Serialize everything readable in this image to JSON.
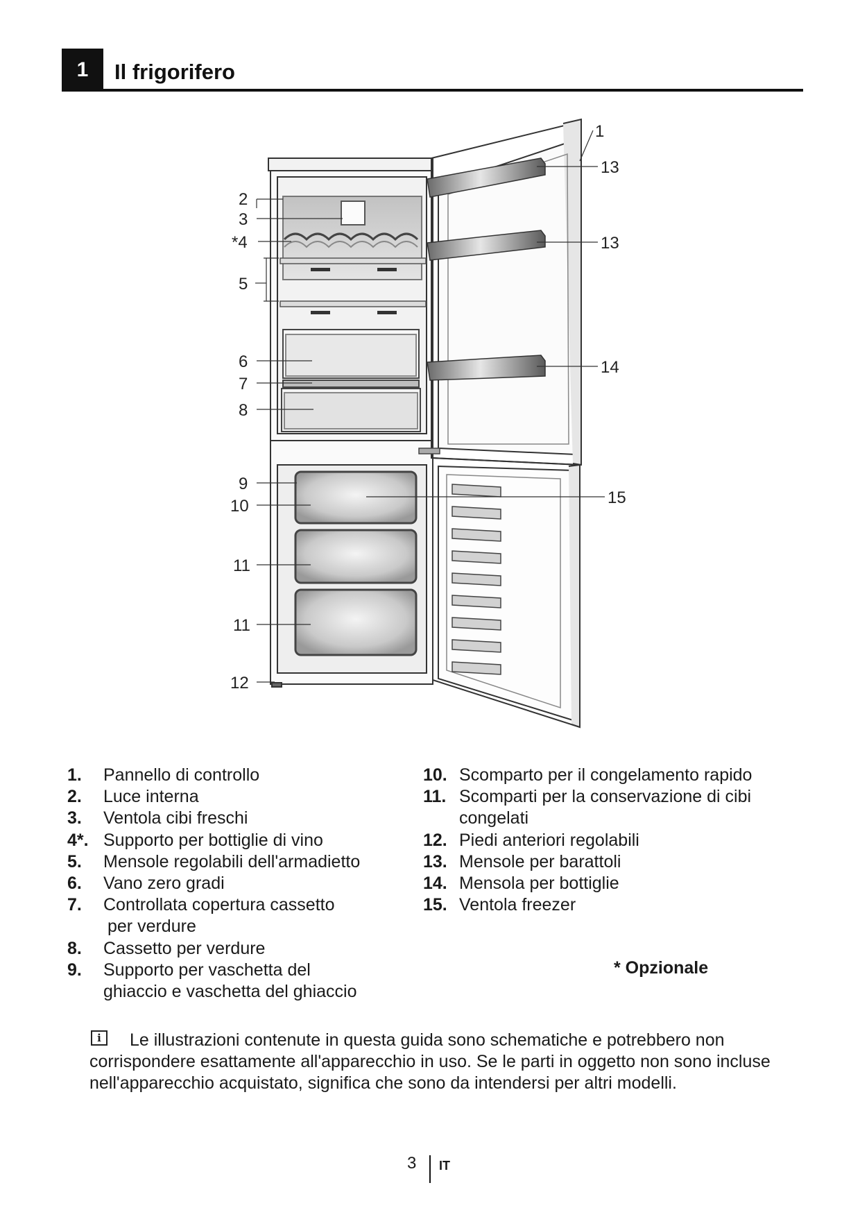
{
  "header": {
    "section_number": "1",
    "title": "Il frigorifero"
  },
  "diagram_labels": {
    "l1": "1",
    "l13a": "13",
    "l13b": "13",
    "l14": "14",
    "l15": "15",
    "l2": "2",
    "l3": "3",
    "l4": "*4",
    "l5": "5",
    "l6": "6",
    "l7": "7",
    "l8": "8",
    "l9": "9",
    "l10": "10",
    "l11a": "11",
    "l11b": "11",
    "l12": "12"
  },
  "legend_left": [
    {
      "num": "1.",
      "text": "Pannello di controllo"
    },
    {
      "num": "2.",
      "text": "Luce interna"
    },
    {
      "num": "3.",
      "text": "Ventola cibi freschi"
    },
    {
      "num": "4*.",
      "text": "Supporto per bottiglie di vino"
    },
    {
      "num": "5.",
      "text": "Mensole regolabili dell'armadietto"
    },
    {
      "num": "6.",
      "text": "Vano zero gradi"
    },
    {
      "num": "7.",
      "text": "Controllata copertura cassetto",
      "cont": "per verdure"
    },
    {
      "num": "8.",
      "text": "Cassetto per verdure"
    },
    {
      "num": "9.",
      "text": "Supporto per vaschetta del",
      "cont": "ghiaccio e vaschetta del ghiaccio"
    }
  ],
  "legend_right": [
    {
      "num": "10.",
      "text": "Scomparto per il congelamento rapido"
    },
    {
      "num": "11.",
      "text": "Scomparti per la conservazione di cibi",
      "cont": "congelati"
    },
    {
      "num": "12.",
      "text": "Piedi anteriori regolabili"
    },
    {
      "num": "13.",
      "text": "Mensole per barattoli"
    },
    {
      "num": "14.",
      "text": "Mensola per bottiglie"
    },
    {
      "num": "15.",
      "text": "Ventola freezer"
    }
  ],
  "optional_note": "* Opzionale",
  "info": {
    "icon": "info-icon",
    "text": "Le illustrazioni contenute in questa guida sono schematiche e potrebbero non corrispondere esattamente all'apparecchio in uso. Se le parti in oggetto non sono incluse nell'apparecchio acquistato, significa che sono da intendersi per altri modelli."
  },
  "footer": {
    "page_number": "3",
    "language": "IT"
  }
}
